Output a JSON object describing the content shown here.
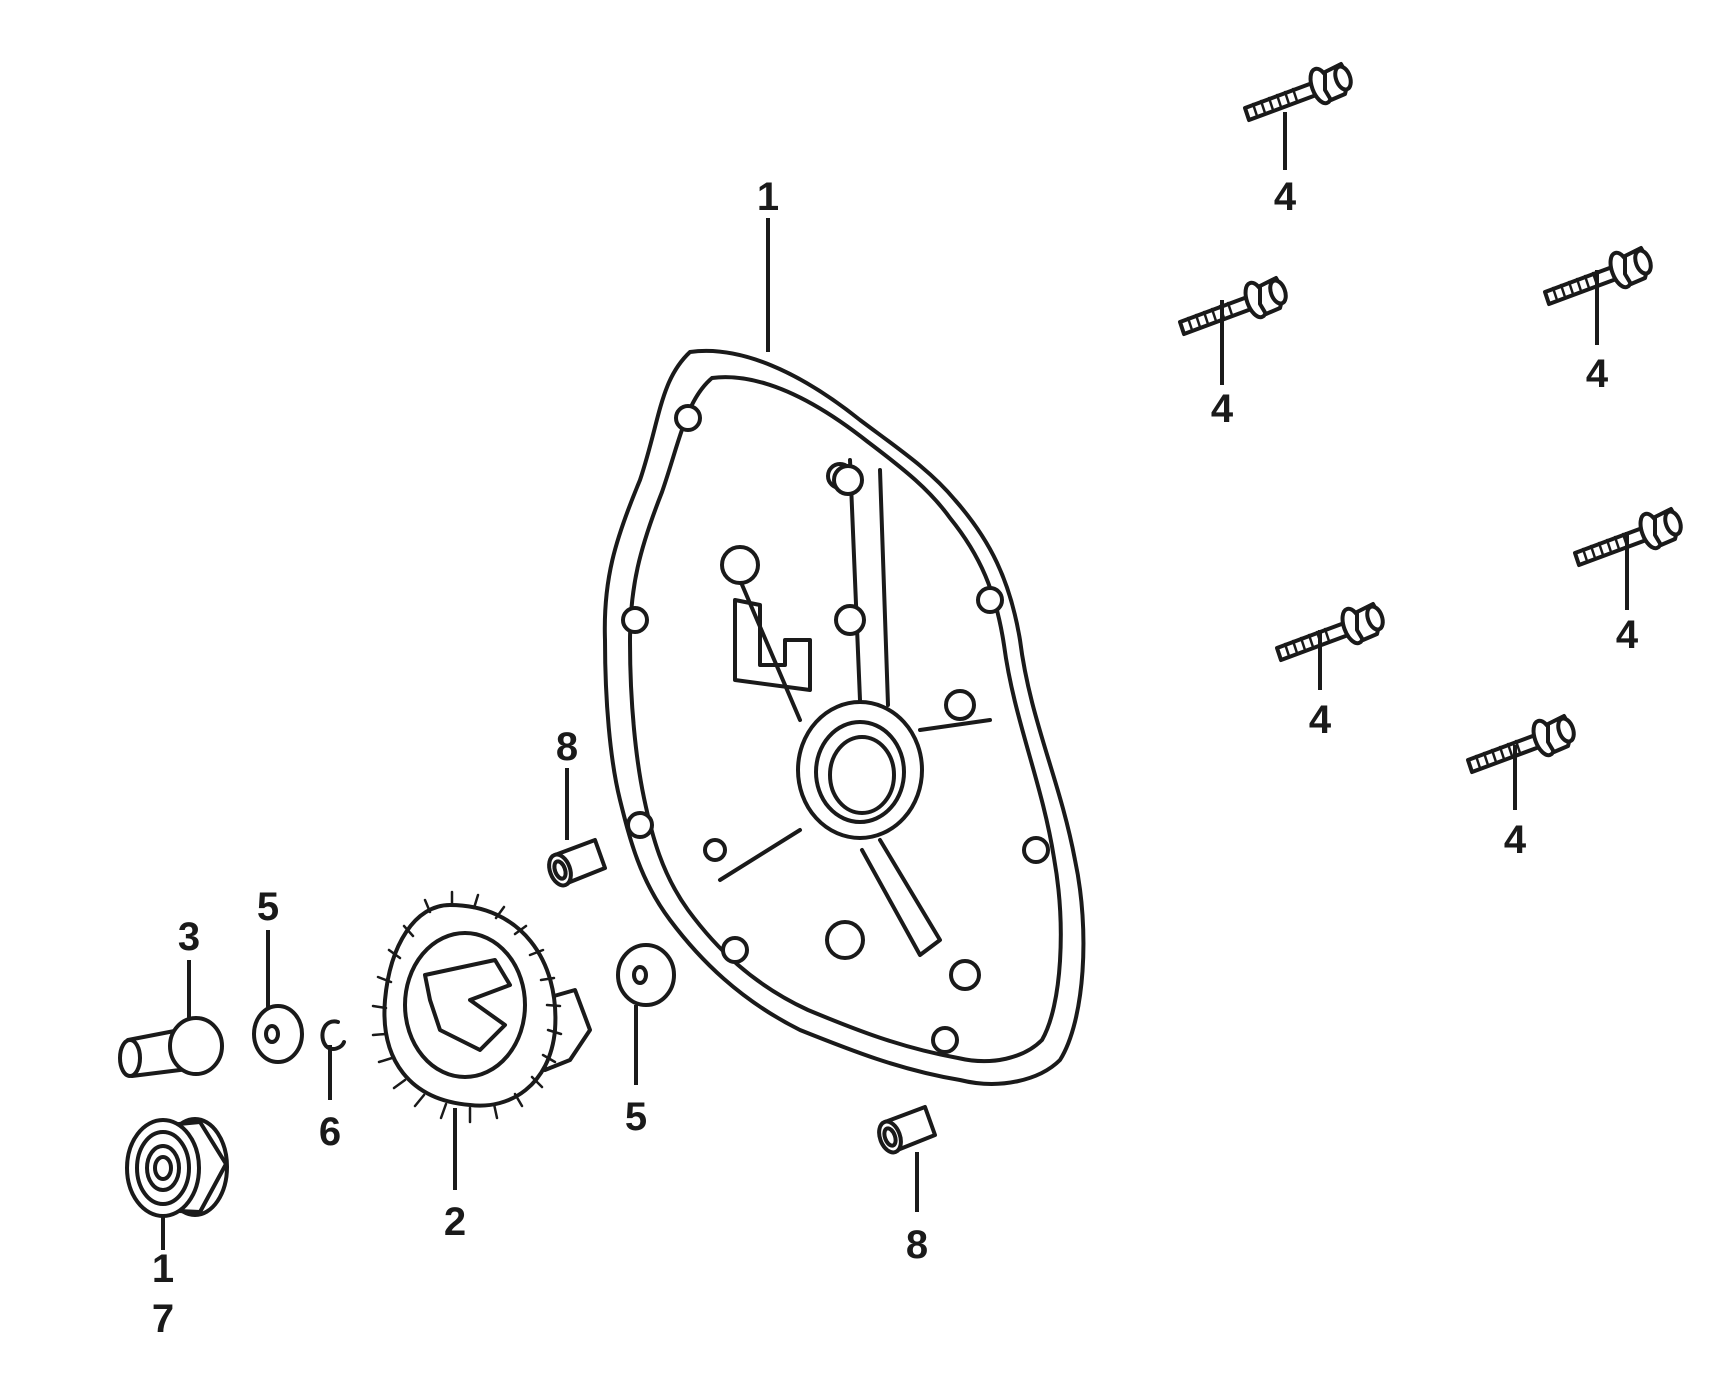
{
  "callouts": {
    "crankcase_cover": "1",
    "governor_gear": "2",
    "gear_shaft": "3",
    "bolt_a": "4",
    "bolt_b": "4",
    "bolt_c": "4",
    "bolt_d": "4",
    "bolt_e": "4",
    "bolt_f": "4",
    "washer_left": "5",
    "washer_right": "5",
    "clip": "6",
    "oil_seal_top": "1",
    "oil_seal_bottom": "7",
    "dowel_upper": "8",
    "dowel_lower": "8"
  },
  "colors": {
    "line": "#1a1a1a",
    "background": "#ffffff"
  }
}
